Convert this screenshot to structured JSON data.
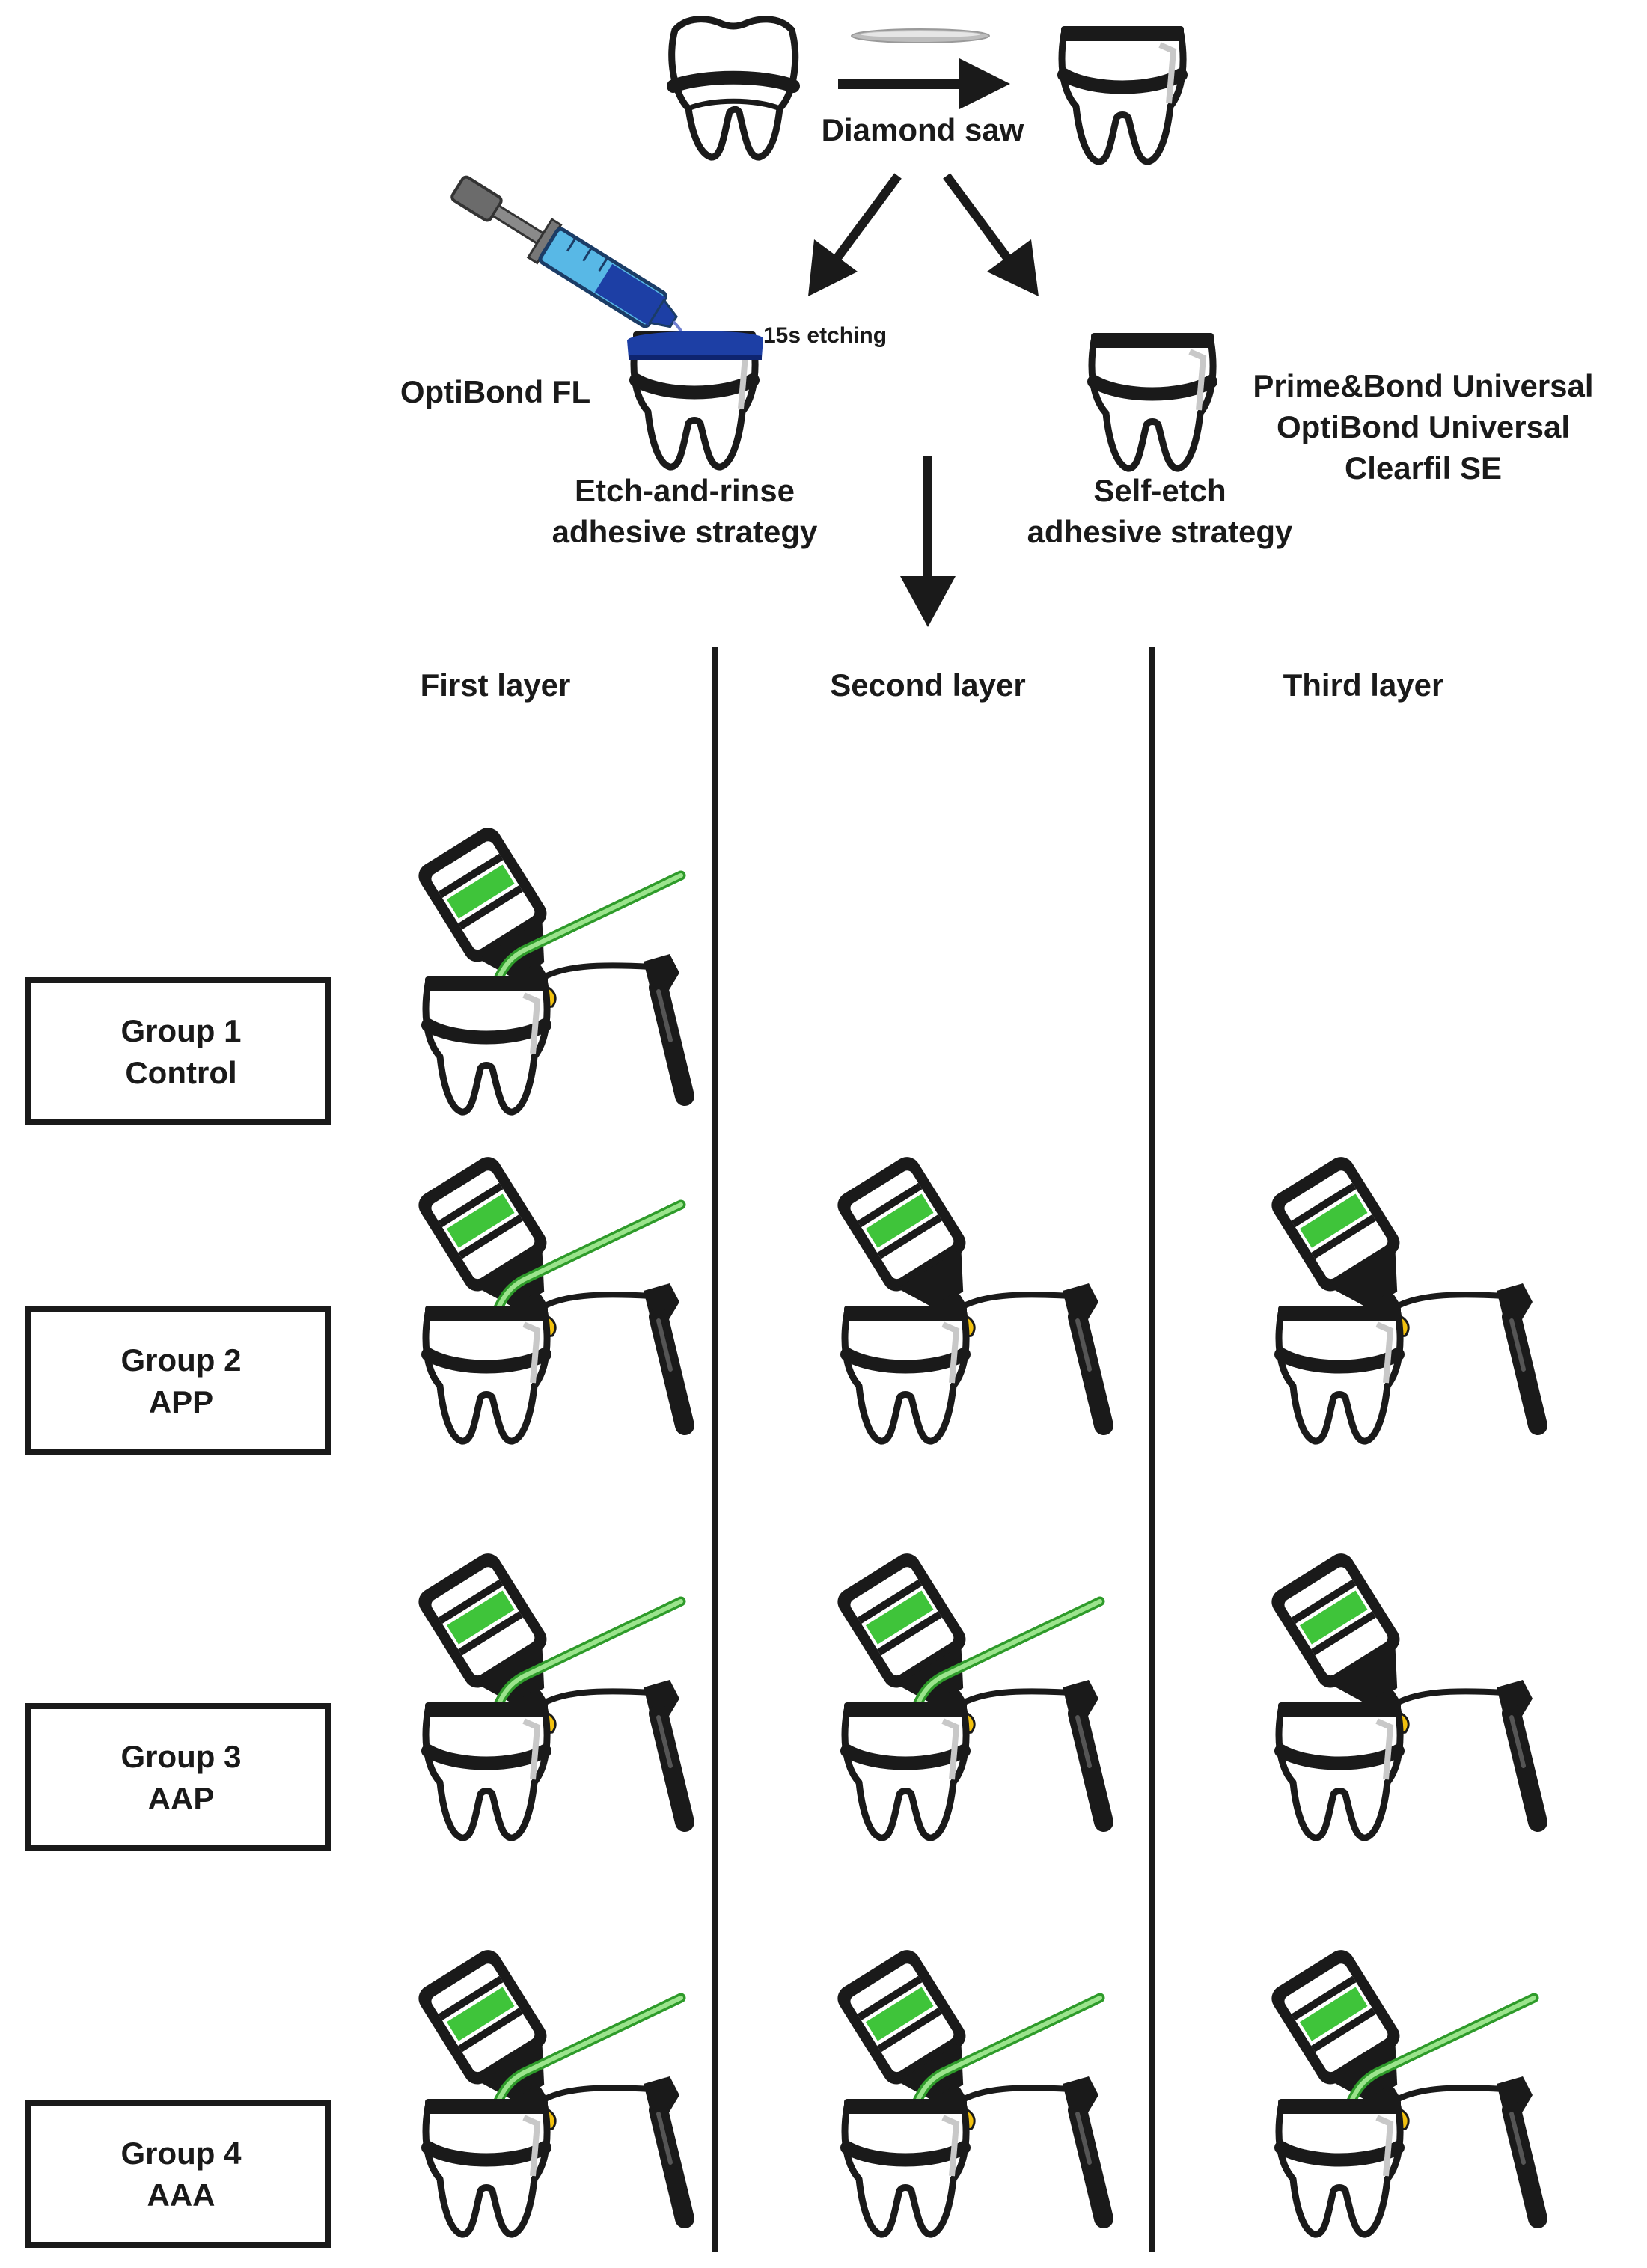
{
  "top": {
    "tool_label": "Diamond saw",
    "etching_label": "15s etching"
  },
  "etch_rinse": {
    "adhesive": "OptiBond FL",
    "strategy_line1": "Etch-and-rinse",
    "strategy_line2": "adhesive strategy"
  },
  "self_etch": {
    "adhesives": [
      "Prime&Bond Universal",
      "OptiBond Universal",
      "Clearfil SE"
    ],
    "strategy_line1": "Self-etch",
    "strategy_line2": "adhesive strategy"
  },
  "columns": [
    "First layer",
    "Second layer",
    "Third layer"
  ],
  "groups": [
    {
      "line1": "Group 1",
      "line2": "Control",
      "layers": [
        true,
        false,
        false
      ],
      "brush": [
        true,
        false,
        false
      ]
    },
    {
      "line1": "Group 2",
      "line2": "APP",
      "layers": [
        true,
        true,
        true
      ],
      "brush": [
        true,
        false,
        false
      ]
    },
    {
      "line1": "Group 3",
      "line2": "AAP",
      "layers": [
        true,
        true,
        true
      ],
      "brush": [
        true,
        true,
        false
      ]
    },
    {
      "line1": "Group 4",
      "line2": "AAA",
      "layers": [
        true,
        true,
        true
      ],
      "brush": [
        true,
        true,
        true
      ]
    }
  ],
  "colors": {
    "ink": "#1a1a1a",
    "adhesive_green": "#3fc43a",
    "brush_green": "#7ad36a",
    "drop_yellow": "#f2c10f",
    "etchant_blue": "#1d3fa5",
    "syringe_blue": "#58b8e6"
  },
  "icons": [
    "tooth-icon",
    "diamond-disc-icon",
    "syringe-icon",
    "adhesive-bottle-icon",
    "microbrush-icon",
    "curing-light-icon"
  ]
}
